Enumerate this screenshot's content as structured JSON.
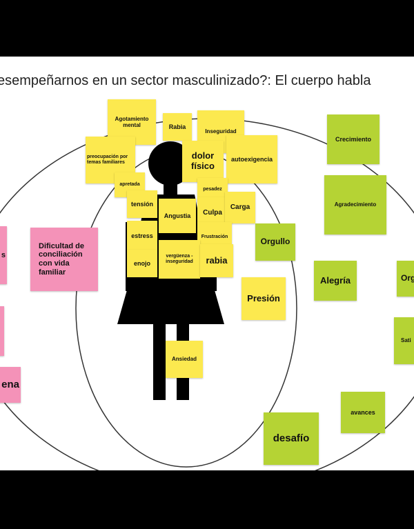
{
  "title": "esempeñarnos en un sector masculinizado?: El  cuerpo habla",
  "colors": {
    "yellow": "#fce94f",
    "green": "#b5d334",
    "pink": "#f492b8",
    "figure": "#000000"
  },
  "notes": {
    "agotamiento": "Agotamiento mental",
    "rabia_small": "Rabia",
    "inseguridad": "Inseguridad",
    "preocupacion": "preocupación por temas familiares",
    "dolor": "dolor físico",
    "autoexigencia": "autoexigencia",
    "apretada": "apretada",
    "pesadez": "pesadez",
    "tension": "tensión",
    "angustia": "Angustia",
    "culpa": "Culpa",
    "carga": "Carga",
    "estress": "estress",
    "frustracion": "Frustración",
    "enojo": "enojo",
    "verguenza": "vergüenza - inseguridad",
    "rabia_big": "rabia",
    "presion": "Presión",
    "ansiedad": "Ansiedad",
    "crecimiento": "Crecimiento",
    "agradecimiento": "Agradecimiento",
    "orgullo": "Orgullo",
    "alegria": "Alegría",
    "org_cut": "Org",
    "sati_cut": "Sati",
    "avances": "avances",
    "desafio": "desafío",
    "dificultad": "Dificultad de conciliación con vida familiar",
    "pink_cut_1": "s",
    "pink_cut_2": "ena"
  }
}
